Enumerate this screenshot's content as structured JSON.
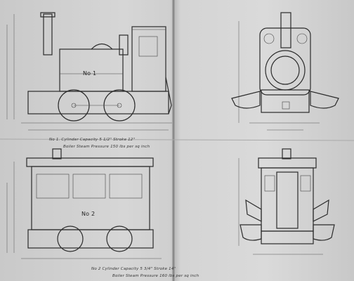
{
  "drawing": {
    "loco1_caption": "No 1. Cylinder Capacity 5 1/2\" Stroke 12\"",
    "loco1_pressure": "Boiler Steam Pressure 150 lbs per sq inch",
    "loco1_plate": "No 1",
    "loco2_caption": "No 2 Cylinder Capacity 5 3/4\" Stroke 14\"",
    "loco2_pressure": "Boiler Steam Pressure 160 lbs per sq inch",
    "loco2_plate": "No 2"
  }
}
